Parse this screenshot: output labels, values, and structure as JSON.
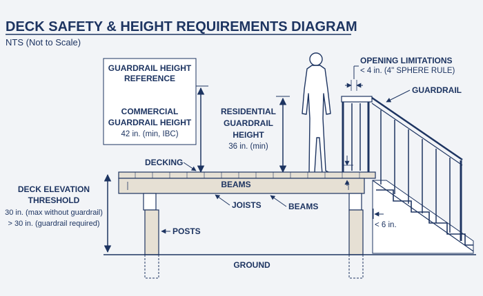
{
  "title": "DECK SAFETY & HEIGHT REQUIREMENTS DIAGRAM",
  "subtitle": "NTS (Not to Scale)",
  "guardrail_reference": {
    "heading_line1": "GUARDRAIL HEIGHT",
    "heading_line2": "REFERENCE",
    "commercial_line1": "COMMERCIAL",
    "commercial_line2": "GUARDRAIL HEIGHT",
    "commercial_value": "42 in. (min, IBC)"
  },
  "residential": {
    "line1": "RESIDENTIAL",
    "line2": "GUARDRAIL",
    "line3": "HEIGHT",
    "value": "36 in. (min)"
  },
  "opening": {
    "label": "OPENING LIMITATIONS",
    "rule": "< 4 in. (4\" SPHERE RULE)"
  },
  "labels": {
    "guardrail": "GUARDRAIL",
    "decking": "DECKING",
    "beams_top": "BEAMS",
    "joists": "JOISTS",
    "beams_lower": "BEAMS",
    "posts": "POSTS",
    "ground": "GROUND",
    "step_gap": "< 6 in."
  },
  "elevation": {
    "line1": "DECK ELEVATION",
    "line2": "THRESHOLD",
    "line3": "30 in. (max without guardrail)",
    "line4": "> 30 in. (guardrail required)"
  },
  "colors": {
    "ink": "#1d3461",
    "background": "#f2f4f7",
    "wood": "#e6e0d4"
  }
}
